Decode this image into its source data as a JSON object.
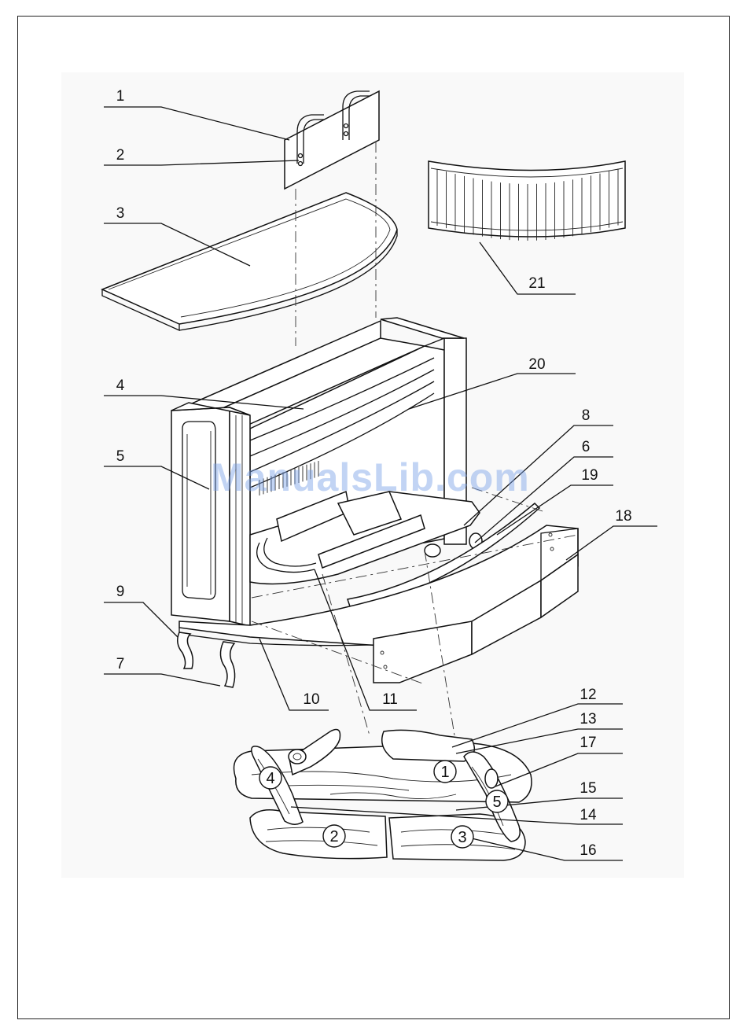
{
  "watermark": "ManualsLib.com",
  "callouts": [
    {
      "label": "1"
    },
    {
      "label": "2"
    },
    {
      "label": "3"
    },
    {
      "label": "4"
    },
    {
      "label": "5"
    },
    {
      "label": "9"
    },
    {
      "label": "7"
    },
    {
      "label": "10"
    },
    {
      "label": "11"
    },
    {
      "label": "21"
    },
    {
      "label": "20"
    },
    {
      "label": "8"
    },
    {
      "label": "6"
    },
    {
      "label": "19"
    },
    {
      "label": "18"
    },
    {
      "label": "12"
    },
    {
      "label": "13"
    },
    {
      "label": "17"
    },
    {
      "label": "15"
    },
    {
      "label": "14"
    },
    {
      "label": "16"
    }
  ],
  "log_numbers": [
    {
      "label": "1"
    },
    {
      "label": "2"
    },
    {
      "label": "3"
    },
    {
      "label": "4"
    },
    {
      "label": "5"
    }
  ]
}
